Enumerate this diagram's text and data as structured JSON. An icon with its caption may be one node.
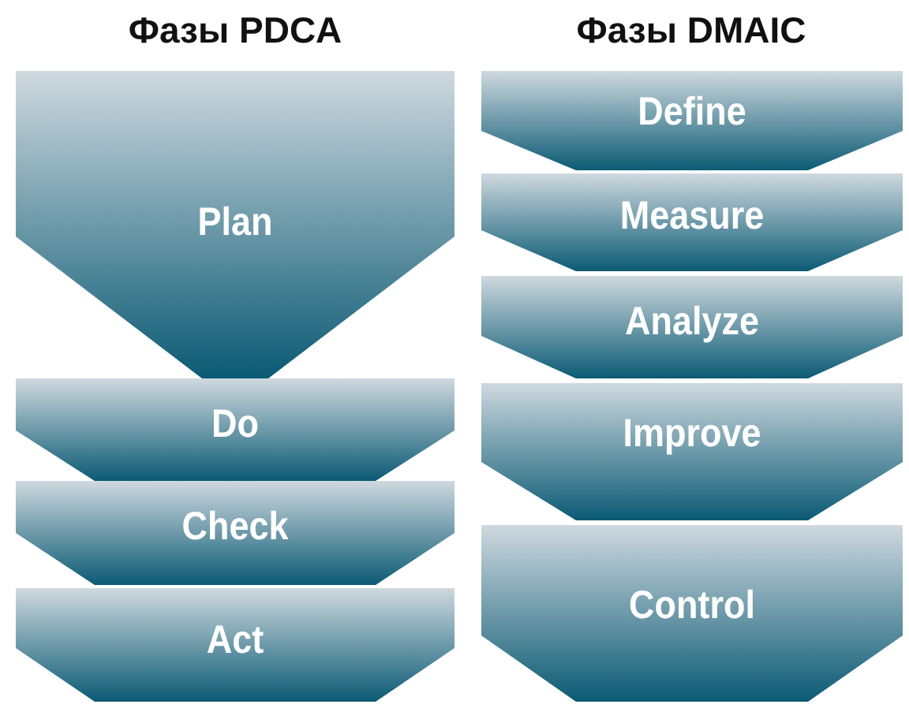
{
  "diagram": {
    "nodes": [
      {
        "text": [
          "Plan"
        ]
      },
      {
        "text": [
          "Do"
        ]
      },
      {
        "text": [
          "Check"
        ]
      },
      {
        "text": [
          "Act"
        ]
      },
      {
        "text": [
          "Define"
        ]
      },
      {
        "text": [
          "Measure"
        ]
      },
      {
        "text": [
          "Analyze"
        ]
      },
      {
        "text": [
          "Improve"
        ]
      },
      {
        "text": [
          "Control"
        ]
      }
    ],
    "labels": [
      "Фазы PDCA",
      "Фазы DMAIC"
    ]
  }
}
